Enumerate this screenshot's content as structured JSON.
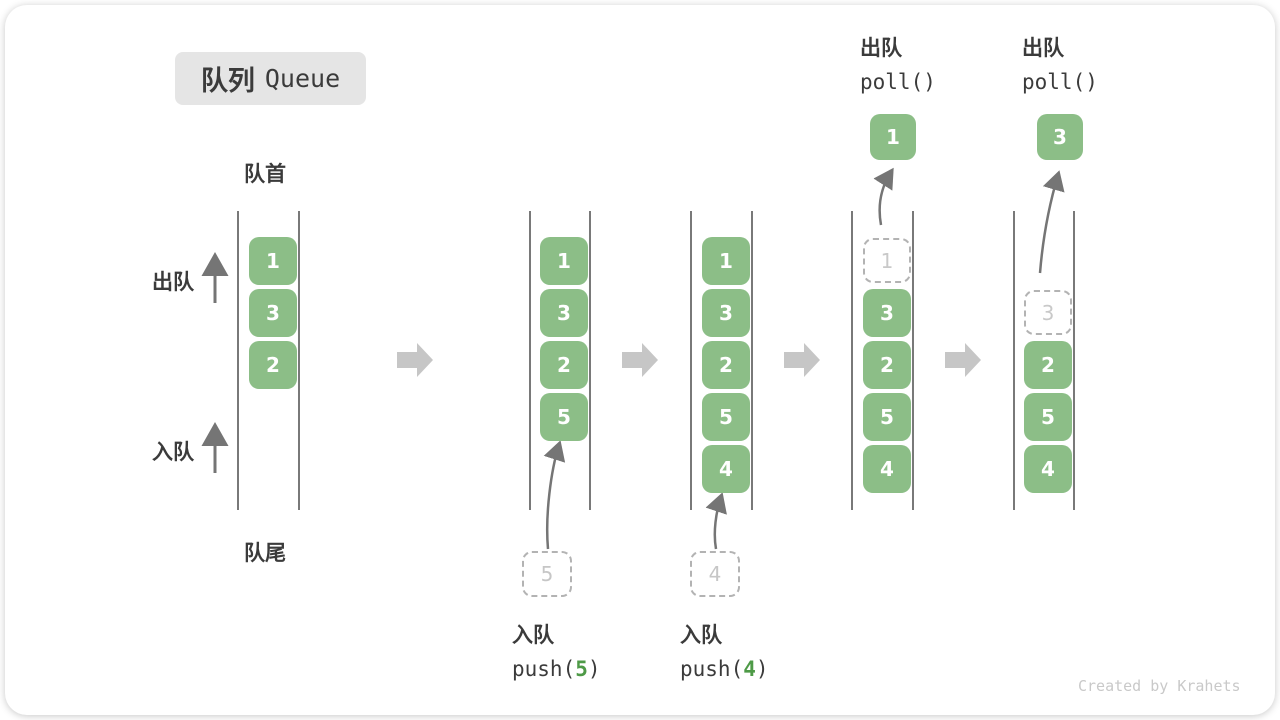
{
  "title": {
    "zh": "队列",
    "en": "Queue"
  },
  "labels": {
    "front": "队首",
    "rear": "队尾",
    "dequeue_side": "出队",
    "enqueue_side": "入队"
  },
  "queues": {
    "q1": {
      "cells": [
        "1",
        "3",
        "2"
      ]
    },
    "q2": {
      "cells": [
        "1",
        "3",
        "2",
        "5"
      ]
    },
    "q3": {
      "cells": [
        "1",
        "3",
        "2",
        "5",
        "4"
      ]
    },
    "q4": {
      "ghost": "1",
      "cells": [
        "3",
        "2",
        "5",
        "4"
      ]
    },
    "q5": {
      "ghost": "3",
      "cells": [
        "2",
        "5",
        "4"
      ]
    }
  },
  "operations": {
    "push5": {
      "label": "入队",
      "code_prefix": "push(",
      "arg": "5",
      "code_suffix": ")",
      "ghost_value": "5"
    },
    "push4": {
      "label": "入队",
      "code_prefix": "push(",
      "arg": "4",
      "code_suffix": ")",
      "ghost_value": "4"
    },
    "poll1": {
      "label": "出队",
      "code": "poll()",
      "result": "1"
    },
    "poll2": {
      "label": "出队",
      "code": "poll()",
      "result": "3"
    }
  },
  "watermark": "Created by Krahets",
  "colors": {
    "cell_green": "#8cbe87",
    "arg_green": "#4e9a47",
    "block_arrow_gray": "#c6c6c6",
    "line_gray": "#4d4d4d",
    "text_dark": "#3b3b3b",
    "ghost_gray": "#c9c9c9"
  }
}
